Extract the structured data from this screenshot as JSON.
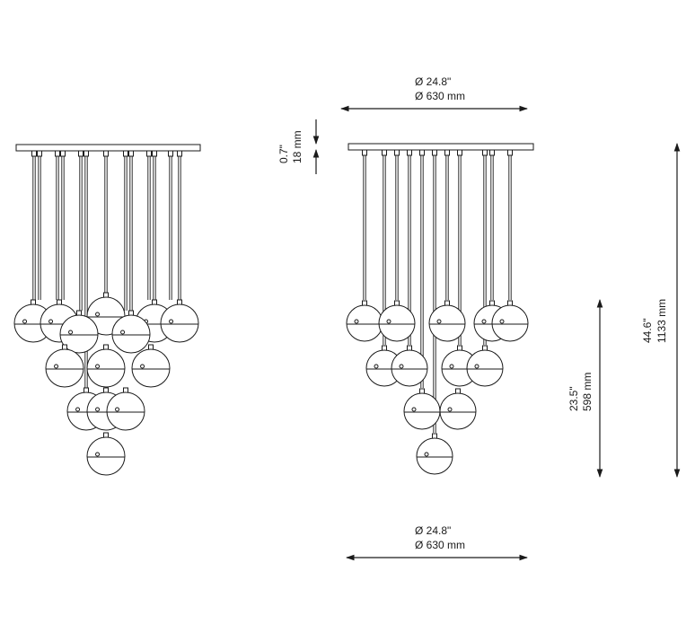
{
  "dimensions": {
    "top_diameter": {
      "imperial": "Ø 24.8\"",
      "metric": "Ø 630 mm"
    },
    "bottom_diameter": {
      "imperial": "Ø 24.8\"",
      "metric": "Ø 630 mm"
    },
    "canopy_height": {
      "imperial": "0.7\"",
      "metric": "18 mm"
    },
    "pendant_height": {
      "imperial": "23.5\"",
      "metric": "598 mm"
    },
    "overall_height": {
      "imperial": "44.6\"",
      "metric": "1133 mm"
    }
  },
  "colors": {
    "line": "#1a1a1a",
    "background": "#ffffff"
  }
}
